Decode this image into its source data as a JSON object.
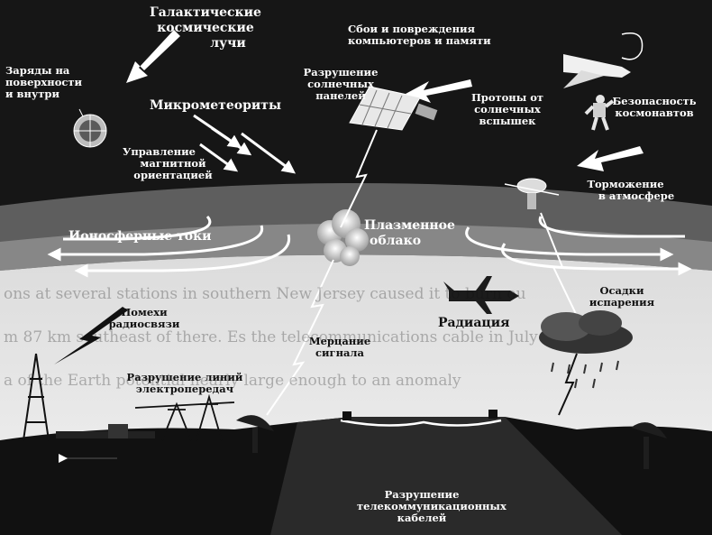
{
  "labels": {
    "cosmic_rays_1": "Галактические",
    "cosmic_rays_2": "космические",
    "cosmic_rays_3": "лучи",
    "charges_1": "Заряды на",
    "charges_2": "поверхности",
    "charges_3": "и внутри",
    "micrometeorites": "Микрометеориты",
    "magnetic_1": "Управление",
    "magnetic_2": "магнитной",
    "magnetic_3": "ориентацией",
    "computer_1": "Сбои  и повреждения",
    "computer_2": "компьютеров и памяти",
    "solar_panels_1": "Разрушение",
    "solar_panels_2": "солнечных",
    "solar_panels_3": "панелей",
    "protons_1": "Протоны от",
    "protons_2": "солнечных",
    "protons_3": "вспышек",
    "astronauts_1": "Безопасность",
    "astronauts_2": "космонавтов",
    "braking_1": "Торможение",
    "braking_2": "в атмосфере",
    "ionospheric": "Ионосферные токи",
    "plasma_1": "Плазменное",
    "plasma_2": "облако",
    "precip_1": "Осадки",
    "precip_2": "испарения",
    "radiation": "Радиация",
    "radio_1": "Помехи",
    "radio_2": "радиосвязи",
    "scint_1": "Мерцание",
    "scint_2": "сигнала",
    "power_1": "Разрушение  линий",
    "power_2": "электропередач",
    "cables_1": "Разрушение",
    "cables_2": "телекоммуникационных",
    "cables_3": "кабелей",
    "bg_1": "ons at several stations in southern New Jersey caused it to burn ou",
    "bg_2": "m 87 km southeast of there. Es the telecommunications cable in July",
    "bg_3": "a of the Earth potential nearly large enough to an anomaly"
  }
}
